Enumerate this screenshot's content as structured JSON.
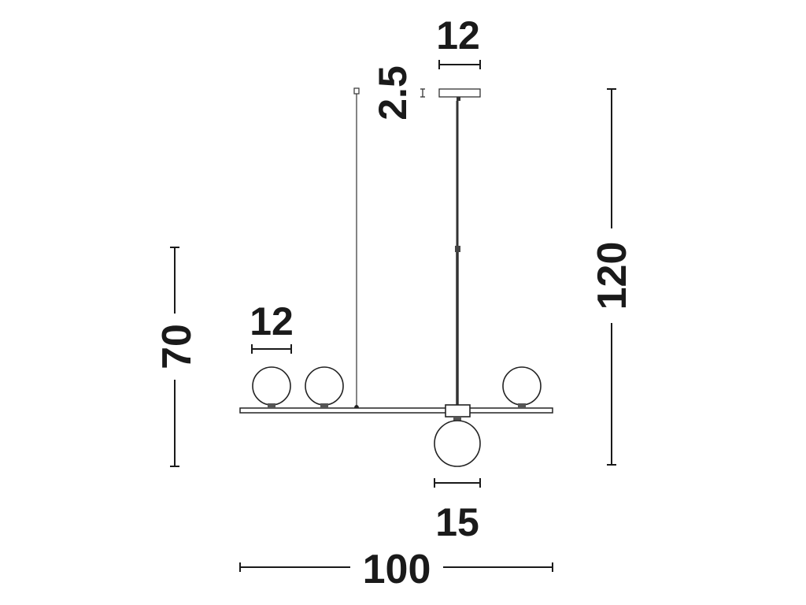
{
  "dimensions": {
    "total_width": "100",
    "total_height": "120",
    "fixture_height": "70",
    "canopy_width": "12",
    "canopy_height": "2.5",
    "small_globe_diameter": "12",
    "large_globe_diameter": "15"
  }
}
